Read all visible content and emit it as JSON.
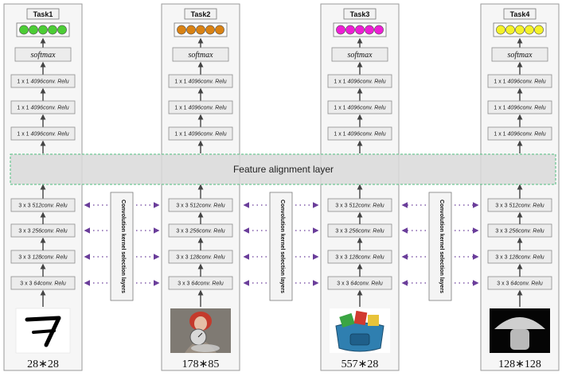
{
  "columns": [
    {
      "task": "Task1",
      "size": "28∗28",
      "color": "#4ccd35",
      "image": "digit-seven-image"
    },
    {
      "task": "Task2",
      "size": "178∗85",
      "color": "#d98214",
      "image": "woman-with-clock-image"
    },
    {
      "task": "Task3",
      "size": "557∗28",
      "color": "#ee1fd5",
      "image": "stuffed-bag-image"
    },
    {
      "task": "Task4",
      "size": "128∗128",
      "color": "#f4f22a",
      "image": "mushroom-image"
    }
  ],
  "layers": {
    "softmax": "softmax",
    "fc_prefix": "1 x 1 ",
    "fc": "4096conv. Relu",
    "conv_prefix": "3 x 3 ",
    "conv": [
      "512conv. Relu",
      "256conv. Relu",
      "128conv. Relu",
      "64conv. Relu"
    ]
  },
  "alignment_label": "Feature    alignment    layer",
  "selection_label": "Convolution kernel selection layers",
  "colors": {
    "dots_arrow": "#6a3d9a",
    "alignment_border": "#4fbf7f"
  }
}
